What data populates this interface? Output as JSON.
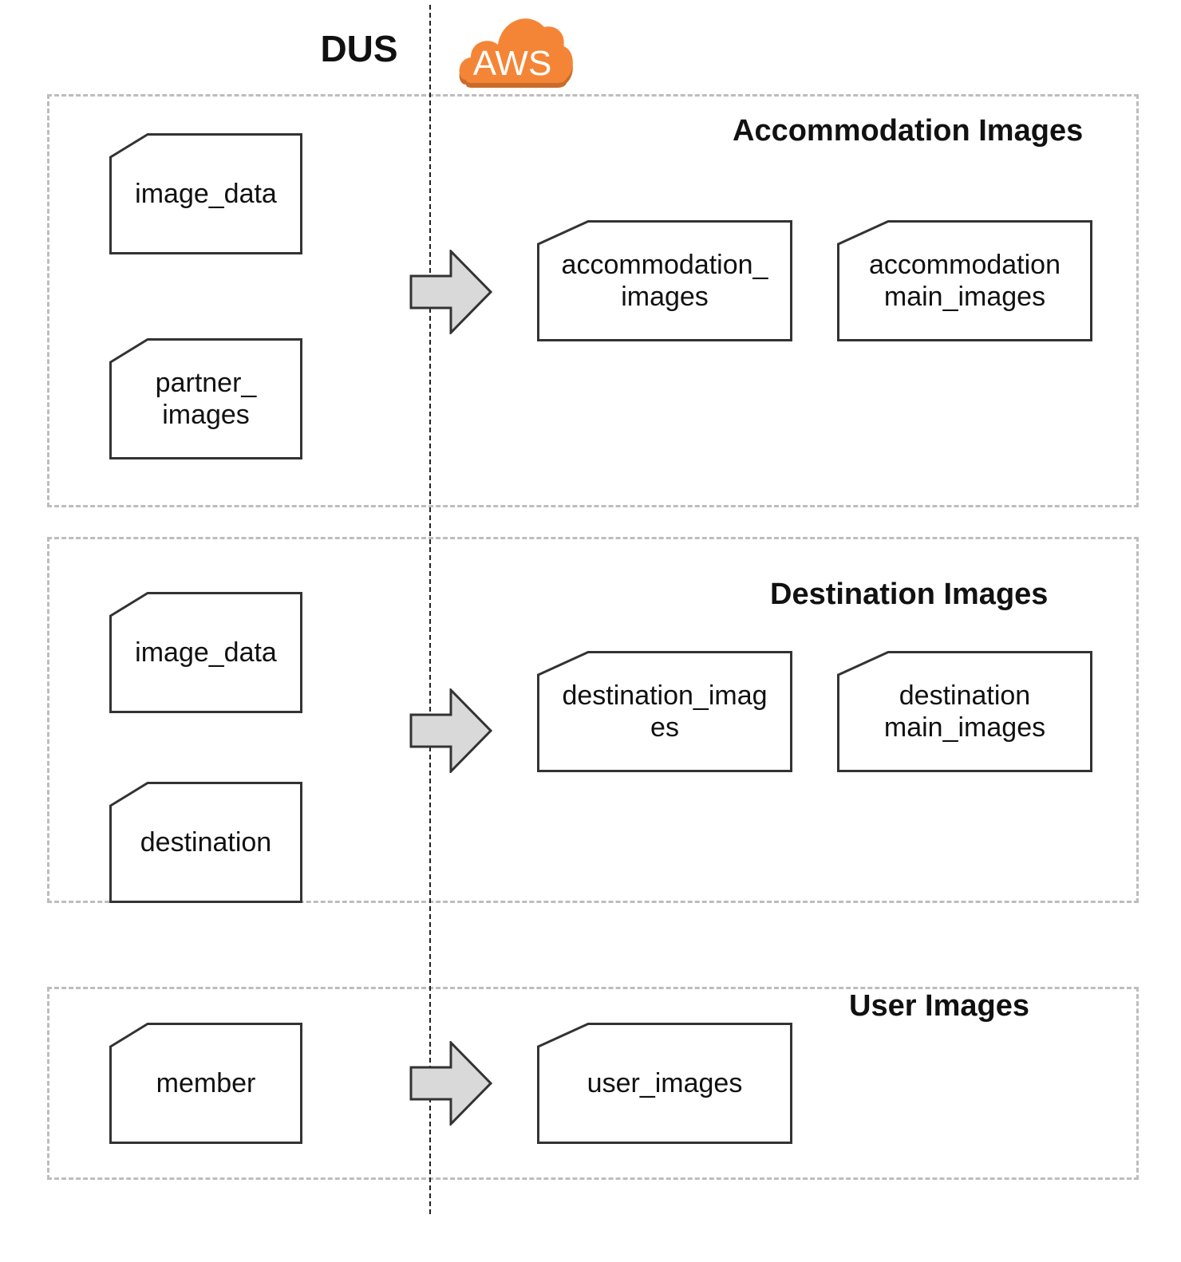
{
  "header": {
    "left_label": "DUS",
    "right_logo_text": "AWS"
  },
  "colors": {
    "aws_orange": "#F58536",
    "arrow_fill": "#D9D9D9",
    "group_border": "#BDBDBD",
    "box_border": "#333333"
  },
  "groups": [
    {
      "title": "Accommodation Images",
      "sources": [
        "image_data",
        "partner_\nimages"
      ],
      "targets": [
        "accommodation_\nimages",
        "accommodation\nmain_images"
      ]
    },
    {
      "title": "Destination Images",
      "sources": [
        "image_data",
        "destination"
      ],
      "targets": [
        "destination_imag\nes",
        "destination\nmain_images"
      ]
    },
    {
      "title": "User Images",
      "sources": [
        "member"
      ],
      "targets": [
        "user_images"
      ]
    }
  ]
}
